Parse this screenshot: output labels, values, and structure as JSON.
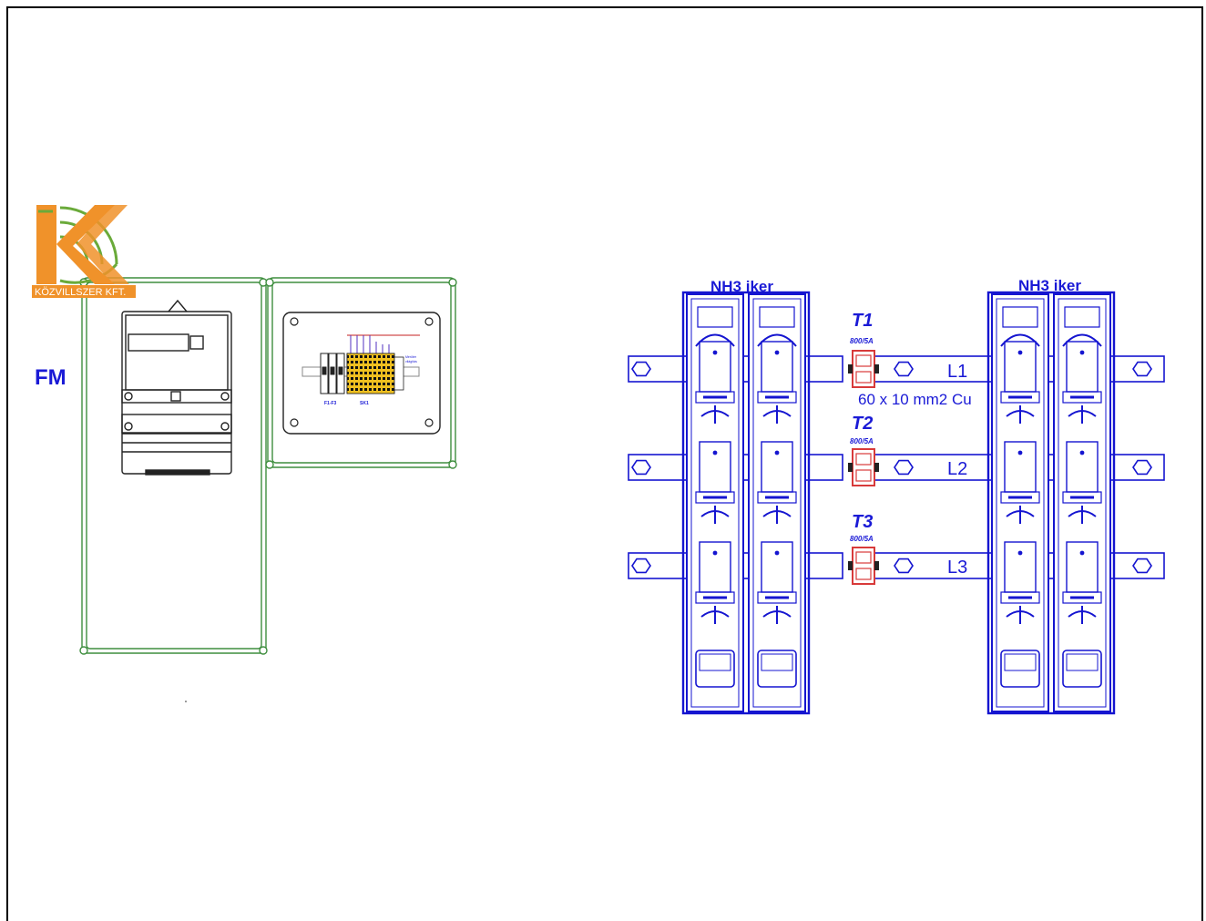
{
  "logo": {
    "text": "KÖZVILLSZER KFT.",
    "colors": {
      "orange": "#f0922a",
      "green": "#6aaa3a"
    }
  },
  "cabinet": {
    "label": "FM",
    "outline_color": "#3e8e3e",
    "inner_panel": {
      "breaker_label": "F1-F3",
      "terminal_label": "SK1",
      "note_line1": "Mérőtér",
      "note_line2": "világítás"
    }
  },
  "busbar_layout": {
    "fuse_bases": [
      {
        "label": "NH3 iker"
      },
      {
        "label": "NH3 iker"
      }
    ],
    "phases": [
      {
        "bus": "L1",
        "ct": "T1",
        "ct_rating": "800/5A"
      },
      {
        "bus": "L2",
        "ct": "T2",
        "ct_rating": "800/5A"
      },
      {
        "bus": "L3",
        "ct": "T3",
        "ct_rating": "800/5A"
      }
    ],
    "busbar_spec": "60 x 10 mm2 Cu",
    "colors": {
      "line": "#1515d0",
      "ct": "#d83a3a"
    }
  }
}
